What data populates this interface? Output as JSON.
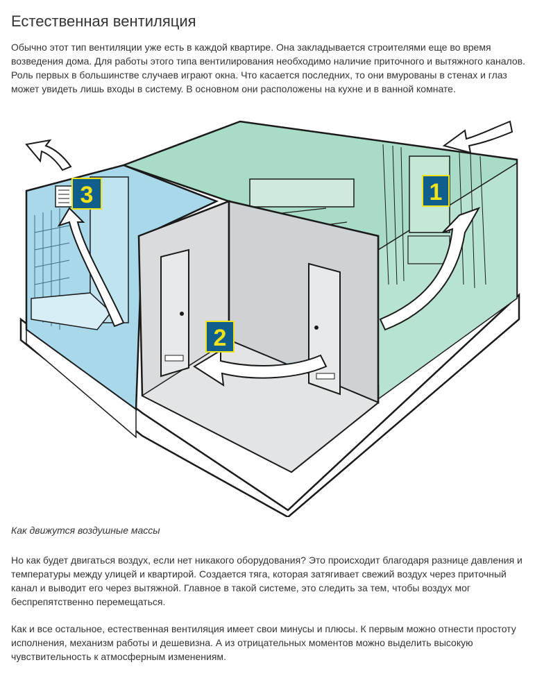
{
  "article": {
    "title": "Естественная вентиляция",
    "intro": "Обычно этот тип вентиляции уже есть в каждой квартире. Она закладывается строителями еще во время возведения дома. Для работы этого типа вентилирования необходимо наличие приточного и вытяжного каналов. Роль первых в большинстве случаев играют окна. Что касается последних, то они вмурованы в стенах и глаз может увидеть лишь входы в систему. В основном они расположены на кухне и в ванной комнате.",
    "caption": "Как движутся воздушные массы",
    "paragraph2": "Но как будет двигаться воздух, если нет никакого оборудования? Это происходит благодаря разнице давления и температуры между улицей и квартирой. Создается тяга, которая затягивает свежий воздух через приточный канал и выводит его через вытяжной. Главное в такой системе, это следить за тем, чтобы воздух мог беспрепятственно перемещаться.",
    "paragraph3": "Как и все остальное, естественная вентиляция имеет свои минусы и плюсы. К первым можно отнести простоту исполнения, механизм работы и дешевизна. А из отрицательных моментов можно выделить высокую чувствительность к атмосферным изменениям."
  },
  "figure": {
    "badges": {
      "inflow": "1",
      "hallway": "2",
      "exhaust": "3"
    },
    "colors": {
      "bathroom": "#a9d8ea",
      "room": "#a8dcc6",
      "hallway": "#d9dbdd",
      "outline": "#1a1a1a",
      "badge_bg": "#0f5e8c",
      "badge_text": "#f2e21a"
    }
  }
}
